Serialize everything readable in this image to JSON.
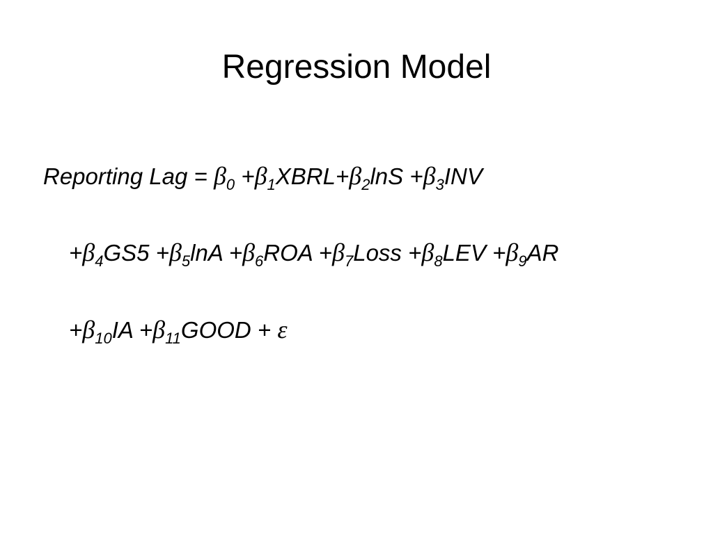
{
  "slide": {
    "title": "Regression Model",
    "equation": {
      "lhs": "Reporting Lag",
      "equals": "=",
      "plus": "+",
      "beta": "β",
      "epsilon": "ε",
      "terms": [
        {
          "sub": "0",
          "var": ""
        },
        {
          "sub": "1",
          "var": "XBRL"
        },
        {
          "sub": "2",
          "var": "lnS"
        },
        {
          "sub": "3",
          "var": "INV"
        },
        {
          "sub": "4",
          "var": "GS5"
        },
        {
          "sub": "5",
          "var": "lnA"
        },
        {
          "sub": "6",
          "var": "ROA"
        },
        {
          "sub": "7",
          "var": "Loss"
        },
        {
          "sub": "8",
          "var": "LEV"
        },
        {
          "sub": "9",
          "var": "AR"
        },
        {
          "sub": "10",
          "var": "IA"
        },
        {
          "sub": "11",
          "var": "GOOD"
        }
      ]
    }
  }
}
